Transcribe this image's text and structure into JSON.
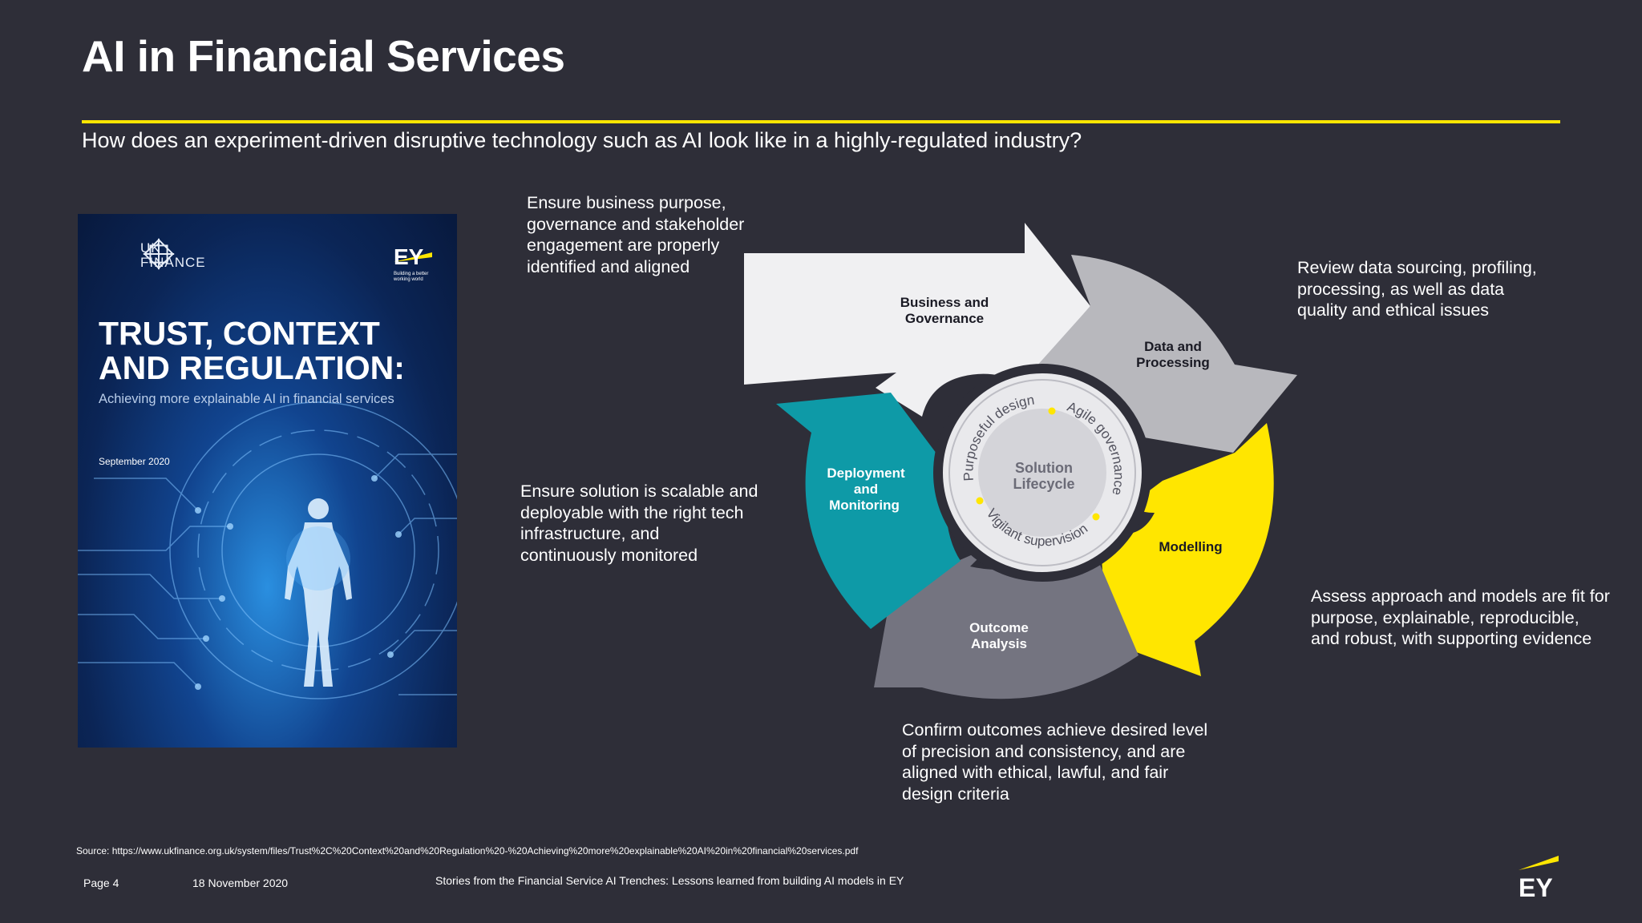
{
  "slide": {
    "title": "AI in Financial Services",
    "subtitle": "How does an experiment-driven disruptive technology such as AI look like in a highly-regulated industry?",
    "accent_color": "#ffe600",
    "background_color": "#2e2e38"
  },
  "cover": {
    "org": "UK FINANCE",
    "org_line1": "UK",
    "org_line2": "FINANCE",
    "brand": "EY",
    "brand_tagline_1": "Building a better",
    "brand_tagline_2": "working world",
    "title_line1": "TRUST, CONTEXT",
    "title_line2": "AND REGULATION:",
    "subtitle": "Achieving more explainable AI in financial services",
    "date": "September 2020"
  },
  "cycle": {
    "center_line1": "Solution",
    "center_line2": "Lifecycle",
    "ring_labels": [
      "Purposeful design",
      "Agile governance",
      "Vigilant supervision"
    ],
    "stages": [
      {
        "line1": "Business and",
        "line2": "Governance",
        "line3": "",
        "color": "#f0f0f2",
        "text_color": "#1a1a24"
      },
      {
        "line1": "Data and",
        "line2": "Processing",
        "line3": "",
        "color": "#b8b8bd",
        "text_color": "#1a1a24"
      },
      {
        "line1": "Modelling",
        "line2": "",
        "line3": "",
        "color": "#ffe600",
        "text_color": "#1a1a24"
      },
      {
        "line1": "Outcome",
        "line2": "Analysis",
        "line3": "",
        "color": "#747480",
        "text_color": "#ffffff"
      },
      {
        "line1": "Deployment",
        "line2": "and",
        "line3": "Monitoring",
        "color": "#0e9aa7",
        "text_color": "#ffffff"
      }
    ]
  },
  "descriptions": {
    "business": [
      "Ensure business purpose,",
      "governance and stakeholder",
      "engagement are properly",
      "identified and aligned"
    ],
    "data": [
      "Review data sourcing, profiling,",
      "processing, as well as data",
      "quality and ethical issues"
    ],
    "deployment": [
      "Ensure solution is scalable and",
      "deployable with the right tech",
      "infrastructure, and",
      "continuously monitored"
    ],
    "modelling": [
      "Assess approach and models are fit for",
      "purpose, explainable, reproducible,",
      "and robust, with supporting evidence"
    ],
    "outcome": [
      "Confirm outcomes achieve desired level",
      "of precision and consistency, and are",
      "aligned with ethical, lawful, and fair",
      "design criteria"
    ]
  },
  "footer": {
    "source": "Source: https://www.ukfinance.org.uk/system/files/Trust%2C%20Context%20and%20Regulation%20-%20Achieving%20more%20explainable%20AI%20in%20financial%20services.pdf",
    "page": "Page 4",
    "date": "18 November 2020",
    "story": "Stories from the Financial Service AI Trenches: Lessons learned from building AI models in EY",
    "logo": "EY"
  }
}
